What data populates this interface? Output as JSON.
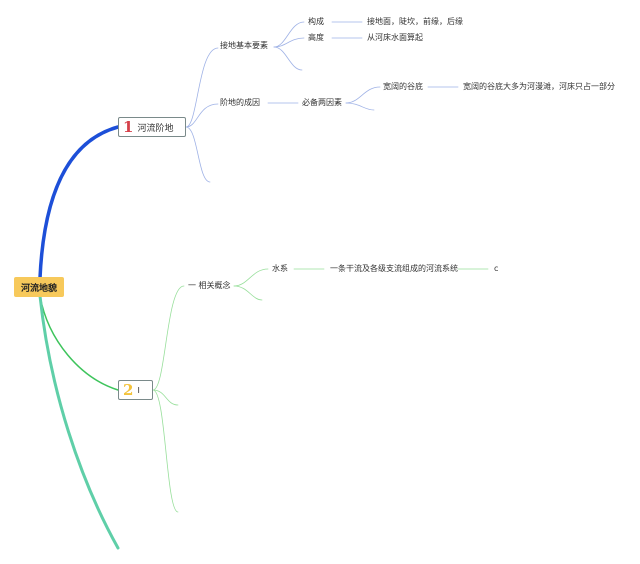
{
  "colors": {
    "branch1": "#1d4fd8",
    "branch2": "#3ec45c",
    "branch3": "#5fcfa8",
    "sub1": "#9fb2e6",
    "sub2": "#98df9b",
    "root_fill": "#f7c95b",
    "num1": "#d5404a",
    "num2": "#f3c33c"
  },
  "root": {
    "label": "河流地貌"
  },
  "topic1": {
    "num": "1",
    "label": "河流阶地",
    "children": {
      "basic": {
        "label": "接地基本要素",
        "items": [
          {
            "label": "构成",
            "detail": "接地面，陡坎，前缘，后缘"
          },
          {
            "label": "高度",
            "detail": "从河床水面算起"
          }
        ]
      },
      "cause": {
        "label": "阶地的成因",
        "child": "必备两因素",
        "leaf": "宽阔的谷底",
        "detail": "宽阔的谷底大多为河漫滩，河床只占一部分"
      }
    }
  },
  "topic2": {
    "num": "2",
    "label": "I",
    "children": {
      "concept": {
        "label": "一 相关概念",
        "item": "水系",
        "detail": "一条干流及各级支流组成的河流系统",
        "tail": "c"
      }
    }
  }
}
